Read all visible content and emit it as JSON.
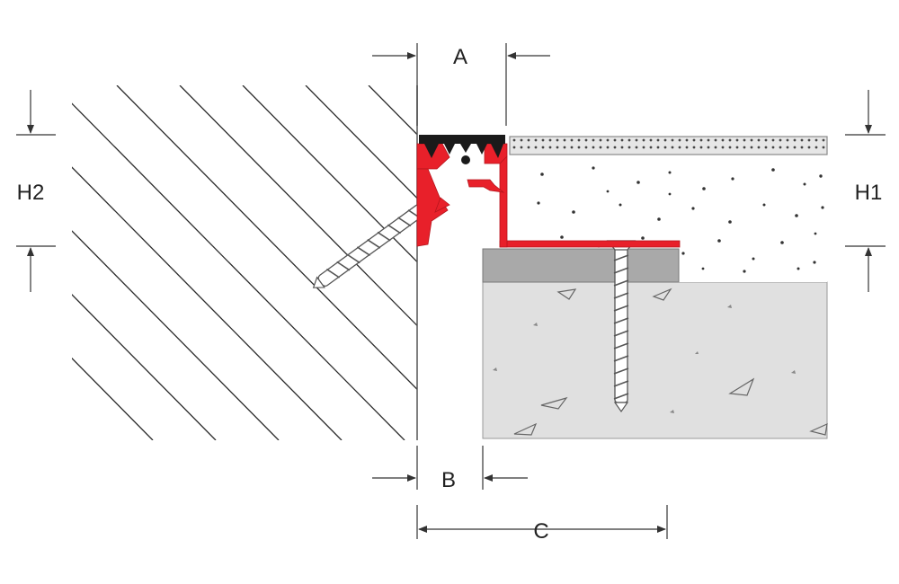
{
  "labels": {
    "a": "A",
    "b": "B",
    "c": "C",
    "h1": "H1",
    "h2": "H2"
  },
  "colors": {
    "profile": "#e8202a",
    "insert": "#1a1a1a",
    "concrete": "#e0e0e0",
    "bedding": "#a9a9a9",
    "tile": "#e6e6e6",
    "hatch": "#2a2a2a",
    "dimension": "#333333"
  }
}
